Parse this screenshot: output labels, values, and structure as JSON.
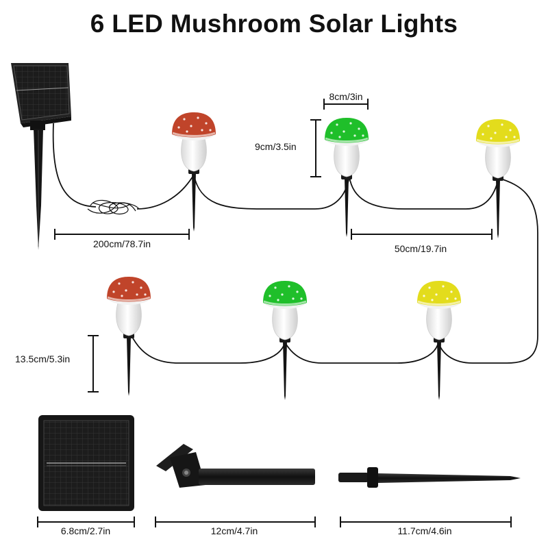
{
  "title": "6 LED Mushroom Solar Lights",
  "dimensions": {
    "cable_length": "200cm/78.7in",
    "cap_width": "8cm/3in",
    "mushroom_height": "9cm/3.5in",
    "spacing": "50cm/19.7in",
    "stake_height": "13.5cm/5.3in",
    "panel_size": "6.8cm/2.7in",
    "panel_stake_length": "12cm/4.7in",
    "light_stake_length": "11.7cm/4.6in"
  },
  "mushrooms": [
    {
      "label": "red",
      "cap_color": "#c0442a"
    },
    {
      "label": "green",
      "cap_color": "#1fbf2a"
    },
    {
      "label": "yellow",
      "cap_color": "#e3dc1c"
    },
    {
      "label": "red",
      "cap_color": "#c0442a"
    },
    {
      "label": "green",
      "cap_color": "#1fbf2a"
    },
    {
      "label": "yellow",
      "cap_color": "#e3dc1c"
    }
  ]
}
